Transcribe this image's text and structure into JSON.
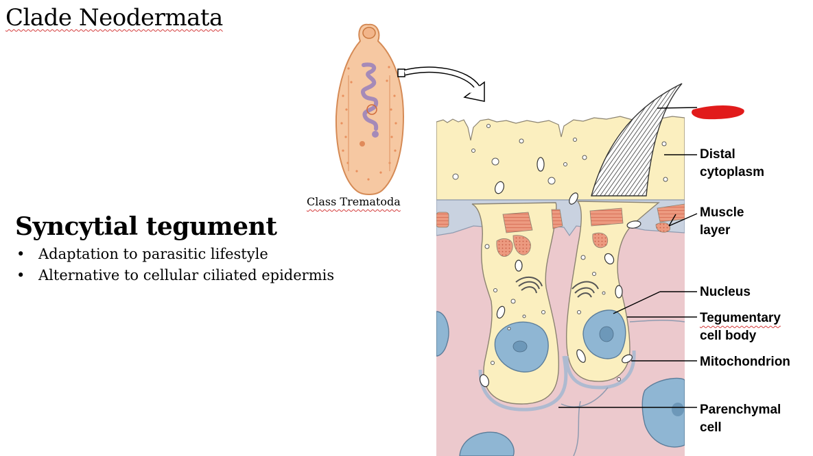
{
  "slide": {
    "title": "Clade Neodermata",
    "heading": "Syncytial tegument",
    "bullets": [
      "Adaptation to parasitic lifestyle",
      "Alternative to cellular ciliated epidermis"
    ],
    "bullet_symbol": "•"
  },
  "figure": {
    "organism_caption": "Class Trematoda",
    "labels": {
      "distal_1": "Distal",
      "distal_2": "cytoplasm",
      "muscle_1": "Muscle",
      "muscle_2": "layer",
      "nucleus": "Nucleus",
      "teg_1": "Tegumentary",
      "teg_2": "cell body",
      "mito": "Mitochondrion",
      "paren_1": "Parenchymal",
      "paren_2": "cell"
    },
    "colors": {
      "tegument": "#fbefbf",
      "parenchyma": "#ecc9cd",
      "membrane": "#c9d2e0",
      "muscle": "#ec9a80",
      "nucleus": "#8fb6d3",
      "worm_body": "#f6c8a2",
      "highlight_mark": "#e11b1b"
    }
  }
}
